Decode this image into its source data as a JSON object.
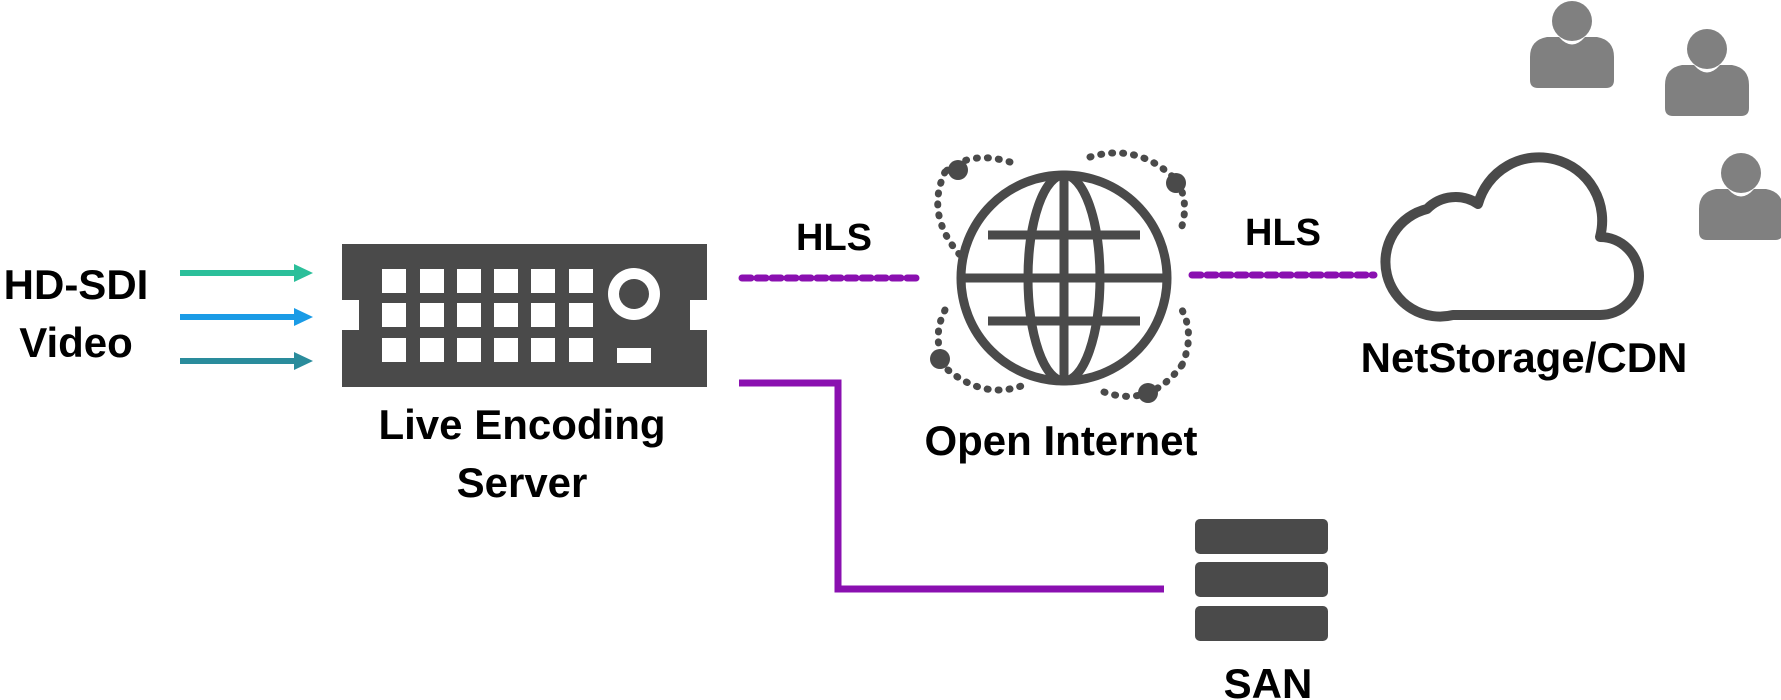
{
  "labels": {
    "input_line1": "HD-SDI",
    "input_line2": "Video",
    "encoder_line1": "Live Encoding",
    "encoder_line2": "Server",
    "hls_left": "HLS",
    "hls_right": "HLS",
    "internet": "Open Internet",
    "cdn": "NetStorage/CDN",
    "san": "SAN"
  },
  "colors": {
    "icon_gray": "#4a4a4a",
    "viewer_gray": "#808080",
    "link_purple": "#8a10b0",
    "arrow_teal_green": "#2bbf9a",
    "arrow_blue": "#1a9be6",
    "arrow_teal": "#2a8c9c"
  },
  "icons": {
    "inputs": [
      "arrow-right-icon",
      "arrow-right-icon",
      "arrow-right-icon"
    ],
    "encoder": "encoder-server-icon",
    "internet": "globe-icon",
    "cdn": "cloud-icon",
    "san": "storage-stack-icon",
    "viewers": [
      "user-icon",
      "user-icon",
      "user-icon"
    ]
  }
}
